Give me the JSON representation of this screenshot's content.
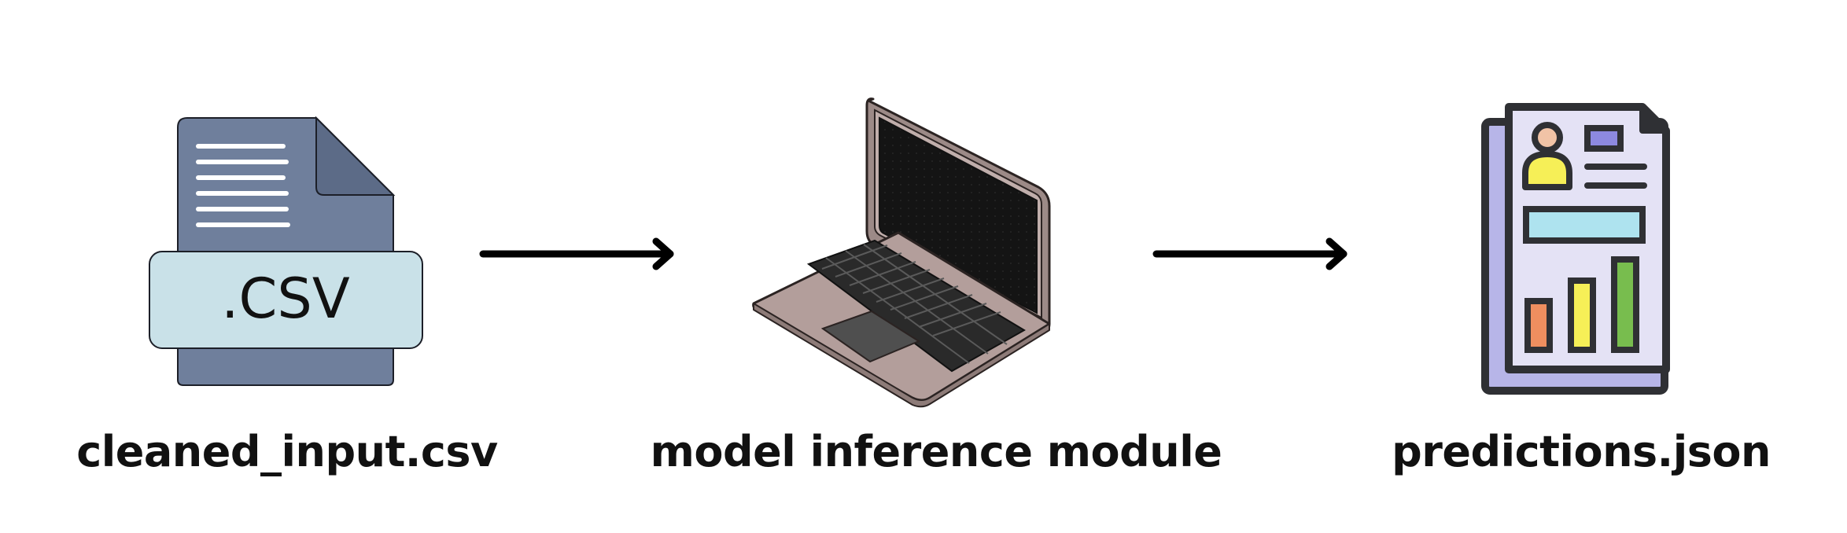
{
  "nodes": [
    {
      "id": "input",
      "caption": "cleaned_input.csv",
      "icon": "csv-file-icon",
      "badge": ".CSV"
    },
    {
      "id": "model",
      "caption": "model inference module",
      "icon": "laptop-icon"
    },
    {
      "id": "output",
      "caption": "predictions.json",
      "icon": "report-document-icon"
    }
  ],
  "edges": [
    {
      "from": "input",
      "to": "model"
    },
    {
      "from": "model",
      "to": "output"
    }
  ],
  "colors": {
    "file_body": "#6f7f9c",
    "file_badge": "#c9e1e8",
    "laptop_body": "#b39e9b",
    "laptop_screen": "#141414",
    "report_back": "#b7b5e8",
    "report_page": "#e4e2f5",
    "bar_orange": "#ef8e5f",
    "bar_yellow": "#f6ef57",
    "bar_green": "#78bd4e",
    "cyan_box": "#aee3ef",
    "arrow": "#000000"
  }
}
